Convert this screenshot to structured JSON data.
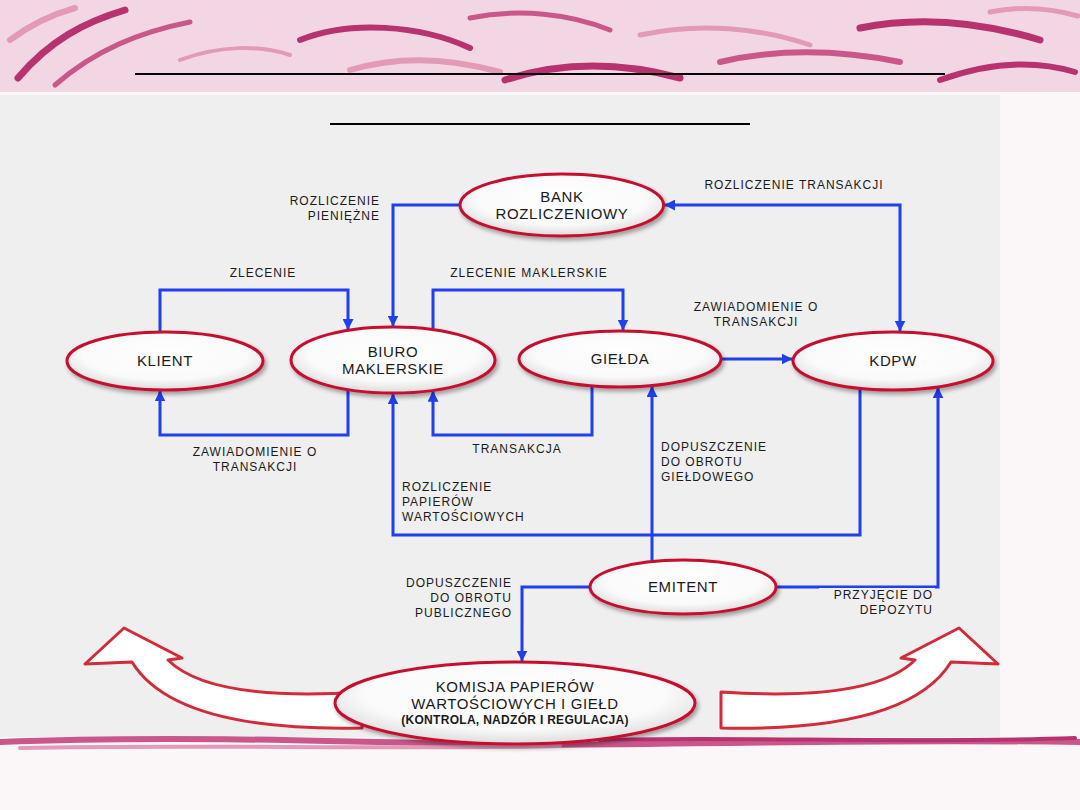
{
  "diagram": {
    "nodes": [
      {
        "text": [
          "BANK ROZLICZENIOWY"
        ]
      },
      {
        "text": [
          "KLIENT"
        ]
      },
      {
        "text": [
          "BIURO MAKLERSKIE"
        ]
      },
      {
        "text": [
          "GIEŁDA"
        ]
      },
      {
        "text": [
          "KDPW"
        ]
      },
      {
        "text": [
          "EMITENT"
        ]
      },
      {
        "text": [
          "KOMISJA PAPIERÓW WARTOŚCIOWYCH I GIEŁD",
          "(KONTROLA, NADZÓR I REGULACJA)"
        ]
      }
    ],
    "edges": [
      {
        "from": 1,
        "to": 2,
        "arrow": "to",
        "label": "ZLECENIE"
      },
      {
        "from": 2,
        "to": 1,
        "arrow": "to",
        "label": "ZAWIADOMIENIE O TRANSAKCJI"
      },
      {
        "from": 2,
        "to": 3,
        "arrow": "to",
        "label": "ZLECENIE MAKLERSKIE"
      },
      {
        "from": 3,
        "to": 2,
        "arrow": "to",
        "label": "TRANSAKCJA"
      },
      {
        "from": 3,
        "to": 4,
        "arrow": "to",
        "label": "ZAWIADOMIENIE O TRANSAKCJI"
      },
      {
        "from": 0,
        "to": 2,
        "arrow": "to",
        "label": "ROZLICZENIE PIENIĘŻNE"
      },
      {
        "from": 4,
        "to": 0,
        "arrow": "both",
        "label": "ROZLICZENIE TRANSAKCJI"
      },
      {
        "from": 4,
        "to": 2,
        "arrow": "to",
        "label": "ROZLICZENIE PAPIERÓW WARTOŚCIOWYCH"
      },
      {
        "from": 5,
        "to": 3,
        "arrow": "to",
        "label": "DOPUSZCZENIE DO OBROTU GIEŁDOWEGO"
      },
      {
        "from": 5,
        "to": 6,
        "arrow": "to",
        "label": "DOPUSZCZENIE DO OBROTU PUBLICZNEGO"
      },
      {
        "from": 5,
        "to": 4,
        "arrow": "to",
        "label": "PRZYJĘCIE DO DEPOZYTU"
      }
    ]
  }
}
